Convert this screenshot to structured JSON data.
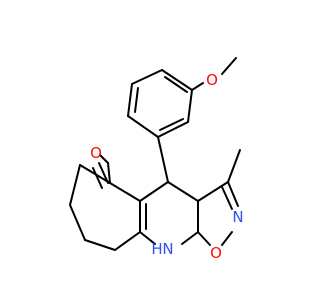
{
  "molecule": {
    "atoms": [
      {
        "id": "O_carbonyl",
        "label": "O",
        "color": "#ff0d0d"
      },
      {
        "id": "O_methoxy",
        "label": "O",
        "color": "#ff0d0d"
      },
      {
        "id": "N_isoxazole",
        "label": "N",
        "color": "#3050f8"
      },
      {
        "id": "O_isoxazole",
        "label": "O",
        "color": "#ff0d0d"
      },
      {
        "id": "N_amine",
        "label": "N",
        "color": "#3050f8"
      },
      {
        "id": "H_amine",
        "label": "H",
        "color": "#3050f8"
      }
    ],
    "bond_color": "#000000"
  }
}
